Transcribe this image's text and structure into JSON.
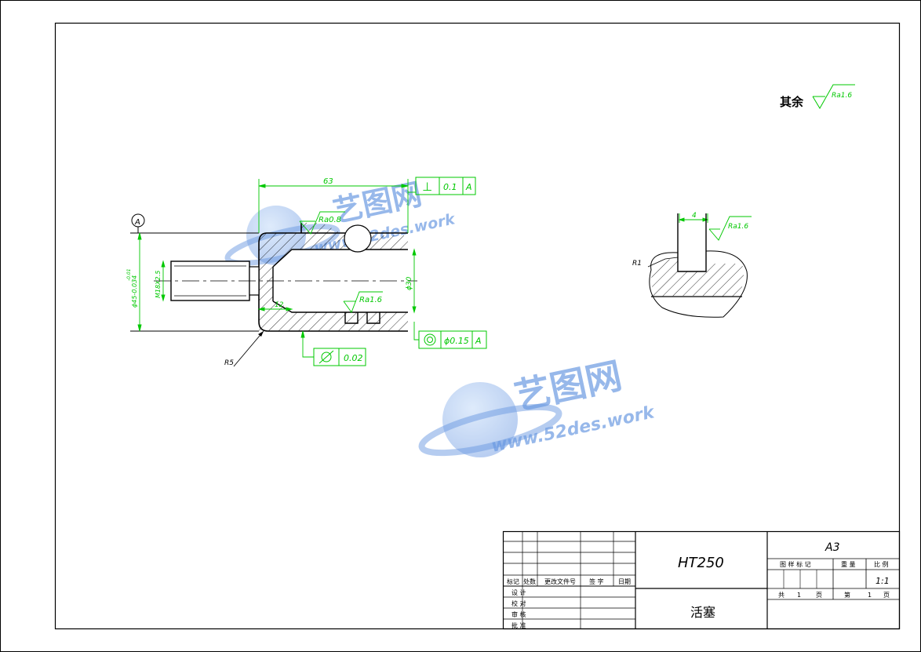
{
  "notes": {
    "other_surfaces": "其余",
    "other_roughness": "Ra1.6"
  },
  "datum": {
    "label": "A"
  },
  "main_view": {
    "length": "63",
    "groove_width": "12",
    "diameter_tol": "ϕ45-0.034",
    "diameter_tol_upper": "-0.01",
    "thread": "M18X2.5",
    "bore": "ϕ30",
    "fillet": "R5",
    "roughness_top": "Ra0.8",
    "roughness_bore": "Ra1.6"
  },
  "tolerances": {
    "perpendicularity": {
      "symbol": "⊥",
      "value": "0.1",
      "datum": "A"
    },
    "coaxiality": {
      "symbol": "◎",
      "value": "ϕ0.15",
      "datum": "A"
    },
    "cylindricity": {
      "symbol": "⌭",
      "value": "0.02"
    }
  },
  "detail_view": {
    "width": "4",
    "roughness": "Ra1.6",
    "radius": "R1"
  },
  "watermark": {
    "brand": "艺图网",
    "url": "www.52des.work"
  },
  "title_block": {
    "material": "HT250",
    "part_name": "活塞",
    "sheet_size": "A3",
    "headers": [
      "标记",
      "处数",
      "更改文件号",
      "签 字",
      "日期"
    ],
    "roles": [
      "设 计",
      "校 对",
      "审 核",
      "批 准"
    ],
    "stage_label": "图 样 标 记",
    "weight_label": "重 量",
    "scale_label": "比 例",
    "scale": "1:1",
    "total_label_a": "共",
    "total_value": "1",
    "total_label_b": "页",
    "sheet_label_a": "第",
    "sheet_value": "1",
    "sheet_label_b": "页"
  },
  "colors": {
    "dimension": "#00c800",
    "outline": "#000000",
    "watermark": "#3a78d8"
  }
}
